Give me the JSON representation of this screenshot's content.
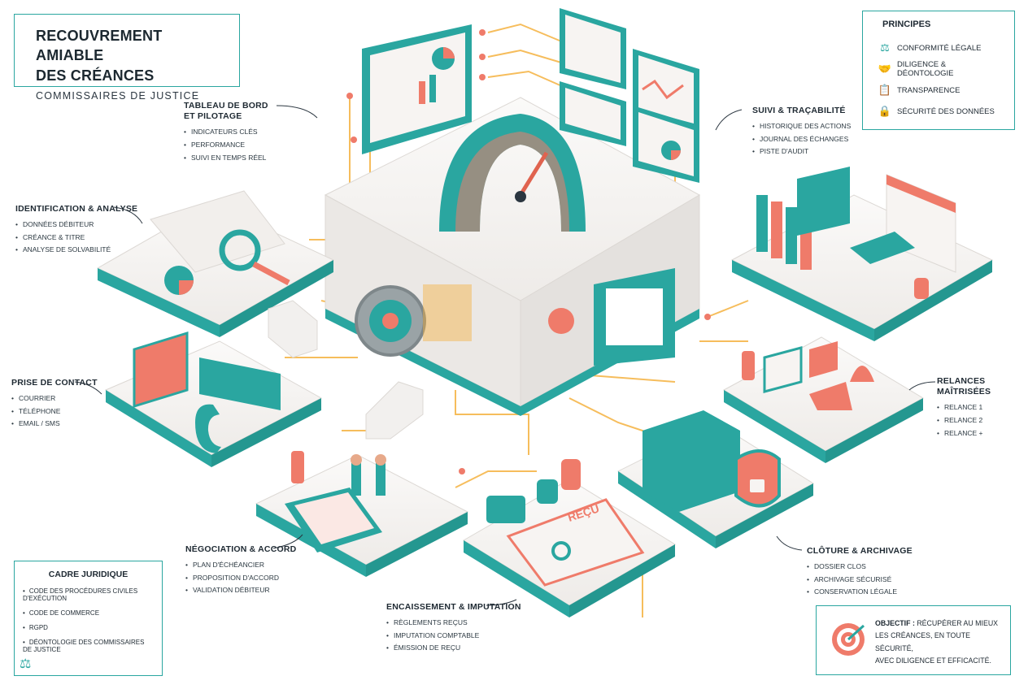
{
  "header": {
    "title_line1": "RECOUVREMENT AMIABLE",
    "title_line2": "DES CRÉANCES",
    "subtitle": "COMMISSAIRES DE JUSTICE"
  },
  "principles": {
    "title": "PRINCIPES",
    "items": [
      {
        "label": "CONFORMITÉ LÉGALE",
        "icon": "scale-icon"
      },
      {
        "label": "DILIGENCE & DÉONTOLOGIE",
        "icon": "handshake-icon"
      },
      {
        "label": "TRANSPARENCE",
        "icon": "clipboard-icon"
      },
      {
        "label": "SÉCURITÉ DES DONNÉES",
        "icon": "lock-shield-icon"
      }
    ]
  },
  "stages": {
    "tableau": {
      "title_line1": "TABLEAU DE BORD",
      "title_line2": "ET PILOTAGE",
      "items": [
        "INDICATEURS CLÉS",
        "PERFORMANCE",
        "SUIVI EN TEMPS RÉEL"
      ]
    },
    "suivi": {
      "title": "SUIVI & TRAÇABILITÉ",
      "items": [
        "HISTORIQUE DES ACTIONS",
        "JOURNAL DES ÉCHANGES",
        "PISTE D'AUDIT"
      ]
    },
    "identification": {
      "title": "IDENTIFICATION & ANALYSE",
      "items": [
        "DONNÉES DÉBITEUR",
        "CRÉANCE & TITRE",
        "ANALYSE DE SOLVABILITÉ"
      ]
    },
    "contact": {
      "title": "PRISE DE CONTACT",
      "items": [
        "COURRIER",
        "TÉLÉPHONE",
        "EMAIL / SMS"
      ]
    },
    "relances": {
      "title": "RELANCES MAÎTRISÉES",
      "items": [
        "RELANCE 1",
        "RELANCE 2",
        "RELANCE +"
      ]
    },
    "negociation": {
      "title": "NÉGOCIATION & ACCORD",
      "items": [
        "PLAN D'ÉCHÉANCIER",
        "PROPOSITION D'ACCORD",
        "VALIDATION DÉBITEUR"
      ]
    },
    "cloture": {
      "title": "CLÔTURE & ARCHIVAGE",
      "items": [
        "DOSSIER CLOS",
        "ARCHIVAGE SÉCURISÉ",
        "CONSERVATION LÉGALE"
      ]
    },
    "encaissement": {
      "title": "ENCAISSEMENT & IMPUTATION",
      "items": [
        "RÈGLEMENTS REÇUS",
        "IMPUTATION COMPTABLE",
        "ÉMISSION DE REÇU"
      ]
    }
  },
  "legal": {
    "title": "CADRE JURIDIQUE",
    "items": [
      "CODE DES PROCÉDURES CIVILES D'EXÉCUTION",
      "CODE DE COMMERCE",
      "RGPD",
      "DÉONTOLOGIE DES COMMISSAIRES DE JUSTICE"
    ]
  },
  "objective": {
    "label": "OBJECTIF :",
    "text_line1": "RÉCUPÉRER AU MIEUX",
    "text_line2": "LES CRÉANCES, EN TOUTE SÉCURITÉ,",
    "text_line3": "AVEC DILIGENCE ET EFFICACITÉ."
  },
  "illustration": {
    "receipt_label": "REÇU"
  },
  "colors": {
    "teal": "#2aa6a0",
    "coral": "#ef7b6a",
    "gold": "#f5b240",
    "platform": "#f2f0ee"
  }
}
